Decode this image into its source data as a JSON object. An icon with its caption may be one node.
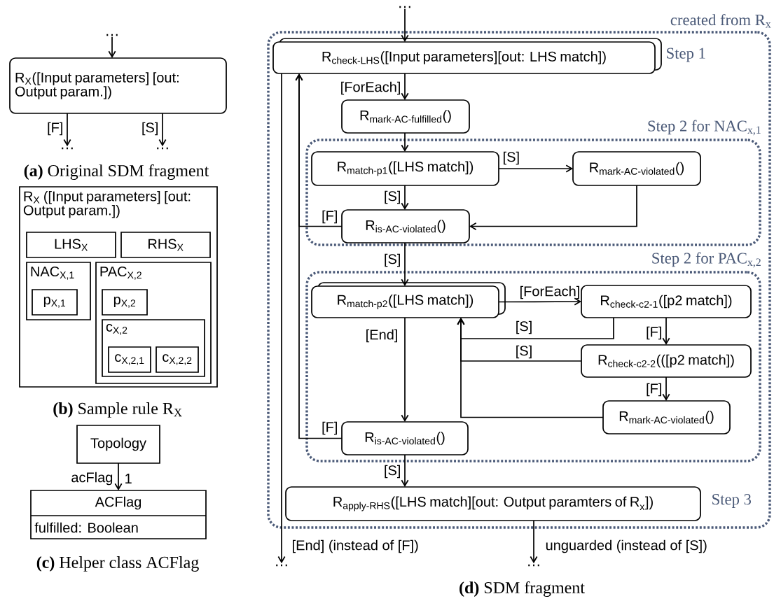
{
  "diagram": {
    "nodes": [
      {
        "text": [
          "…"
        ]
      },
      {
        "text": [
          "R$_{X}$([Input parameters] [out: Output param.])"
        ]
      },
      {
        "text": [
          "…"
        ]
      },
      {
        "text": [
          "…"
        ]
      },
      {
        "text": [
          "R$_{X}$ ([Input parameters] [out: Output param.])"
        ]
      },
      {
        "text": [
          "LHS$_{X}$"
        ],
        "in": 4
      },
      {
        "text": [
          "RHS$_{X}$"
        ],
        "in": 4
      },
      {
        "text": [
          "NAC$_{X,1}$"
        ],
        "in": 4
      },
      {
        "text": [
          "p$_{X,1}$"
        ],
        "in": 7
      },
      {
        "text": [
          "PAC$_{X,2}$"
        ],
        "in": 4
      },
      {
        "text": [
          "p$_{X,2}$"
        ],
        "in": 9
      },
      {
        "text": [
          "c$_{X,2}$"
        ],
        "in": 9
      },
      {
        "text": [
          "c$_{X,2,1}$"
        ],
        "in": 11
      },
      {
        "text": [
          "c$_{X,2,2}$"
        ],
        "in": 11
      },
      {
        "text": [
          "Topology"
        ]
      },
      {
        "text": [
          "ACFlag",
          "fulfilled: Boolean"
        ]
      },
      {
        "text": [
          "…"
        ]
      },
      {
        "text": [
          "created from R$_{x}$"
        ]
      },
      {
        "text": [
          "\\textsf{R}_{\\textsf{check-LHS}}\\textsf{([Input parameters][out: LHS match])}"
        ],
        "beside": [
          "Step 1"
        ],
        "in": 17
      },
      {
        "text": [
          "\\textsf{R}_{\\textsf{mark-AC-fulfilled}}\\textsf{()}"
        ],
        "in": 17
      },
      {
        "text": [
          "Step 2 for NAC$_{x,1}$"
        ],
        "in": 17
      },
      {
        "text": [
          "\\textsf{R}_{\\textsf{match-p1}}\\textsf{([LHS match])}"
        ],
        "in": 20
      },
      {
        "text": [
          "\\textsf{R}_{\\textsf{mark-AC-violated}}\\textsf{()}"
        ],
        "in": 20
      },
      {
        "text": [
          "\\textsf{R}_{\\textsf{is-AC-violated}}\\textsf{()}"
        ],
        "in": 20
      },
      {
        "text": [
          "Step 2 for PAC$_{x,2}$"
        ],
        "in": 17
      },
      {
        "text": [
          "\\textsf{R}_{\\textsf{match-p2}}\\textsf{([LHS match])}"
        ],
        "in": 24
      },
      {
        "text": [
          "\\textsf{R}_{\\textsf{check-c2-1}}\\textsf{([p2 match])}"
        ],
        "in": 24
      },
      {
        "text": [
          "\\textsf{R}_{\\textsf{check-c2-2}}\\textsf{(([p2 match])}"
        ],
        "in": 24
      },
      {
        "text": [
          "\\textsf{R}_{\\textsf{mark-AC-violated}}\\textsf{()}"
        ],
        "in": 24
      },
      {
        "text": [
          "\\textsf{R}_{\\textsf{is-AC-violated}}\\textsf{()}"
        ],
        "in": 24
      },
      {
        "text": [
          "\\textsf{R}_{\\textsf{apply-RHS}}\\textsf{([LHS match][out: Output paramters of R}_{\\textsf{x}}\\textsf{])}"
        ],
        "beside": [
          "Step 3"
        ],
        "in": 17
      },
      {
        "text": [
          "…"
        ]
      },
      {
        "text": [
          "…"
        ]
      }
    ],
    "edges": [
      {
        "from": 0,
        "to": 1,
        "arrow": "to"
      },
      {
        "from": 1,
        "to": 2,
        "arrow": "to",
        "label": "[F]"
      },
      {
        "from": 1,
        "to": 3,
        "arrow": "to",
        "label": "[S]"
      },
      {
        "from": 14,
        "to": 15,
        "arrow": "to",
        "label": "acFlag"
      },
      {
        "from": 16,
        "to": 18,
        "arrow": "to"
      },
      {
        "from": 18,
        "to": 19,
        "arrow": "to",
        "label": "[ForEach]"
      },
      {
        "from": 19,
        "to": 21,
        "arrow": "to"
      },
      {
        "from": 21,
        "to": 22,
        "arrow": "to",
        "label": "[S]"
      },
      {
        "from": 21,
        "to": 23,
        "arrow": "to",
        "label": "[S]"
      },
      {
        "from": 22,
        "to": 23,
        "arrow": "to"
      },
      {
        "from": 23,
        "to": 18,
        "arrow": "to",
        "label": "[F]"
      },
      {
        "from": 23,
        "to": 25,
        "arrow": "to",
        "label": "[S]"
      },
      {
        "from": 25,
        "to": 26,
        "arrow": "to",
        "label": "[ForEach]"
      },
      {
        "from": 26,
        "to": 25,
        "arrow": "to",
        "label": "[S]"
      },
      {
        "from": 26,
        "to": 27,
        "arrow": "to",
        "label": "[F]"
      },
      {
        "from": 27,
        "to": 25,
        "arrow": "to",
        "label": "[S]"
      },
      {
        "from": 27,
        "to": 28,
        "arrow": "to",
        "label": "[F]"
      },
      {
        "from": 28,
        "to": 25,
        "arrow": "to"
      },
      {
        "from": 25,
        "to": 29,
        "arrow": "to",
        "label": "[End]"
      },
      {
        "from": 29,
        "to": 18,
        "arrow": "to",
        "label": "[F]"
      },
      {
        "from": 29,
        "to": 30,
        "arrow": "to",
        "label": "[S]"
      },
      {
        "from": 18,
        "to": 31,
        "arrow": "to",
        "label": "[End] (instead of [F])"
      },
      {
        "from": 30,
        "to": 32,
        "arrow": "to",
        "label": "unguarded (instead of [S])"
      }
    ],
    "labels": [
      "**(a)** Original SDM fragment",
      "**(b)** Sample rule R$_{X}$",
      "1",
      "**(c)** Helper class ACFlag",
      "**(d)** SDM fragment"
    ]
  }
}
